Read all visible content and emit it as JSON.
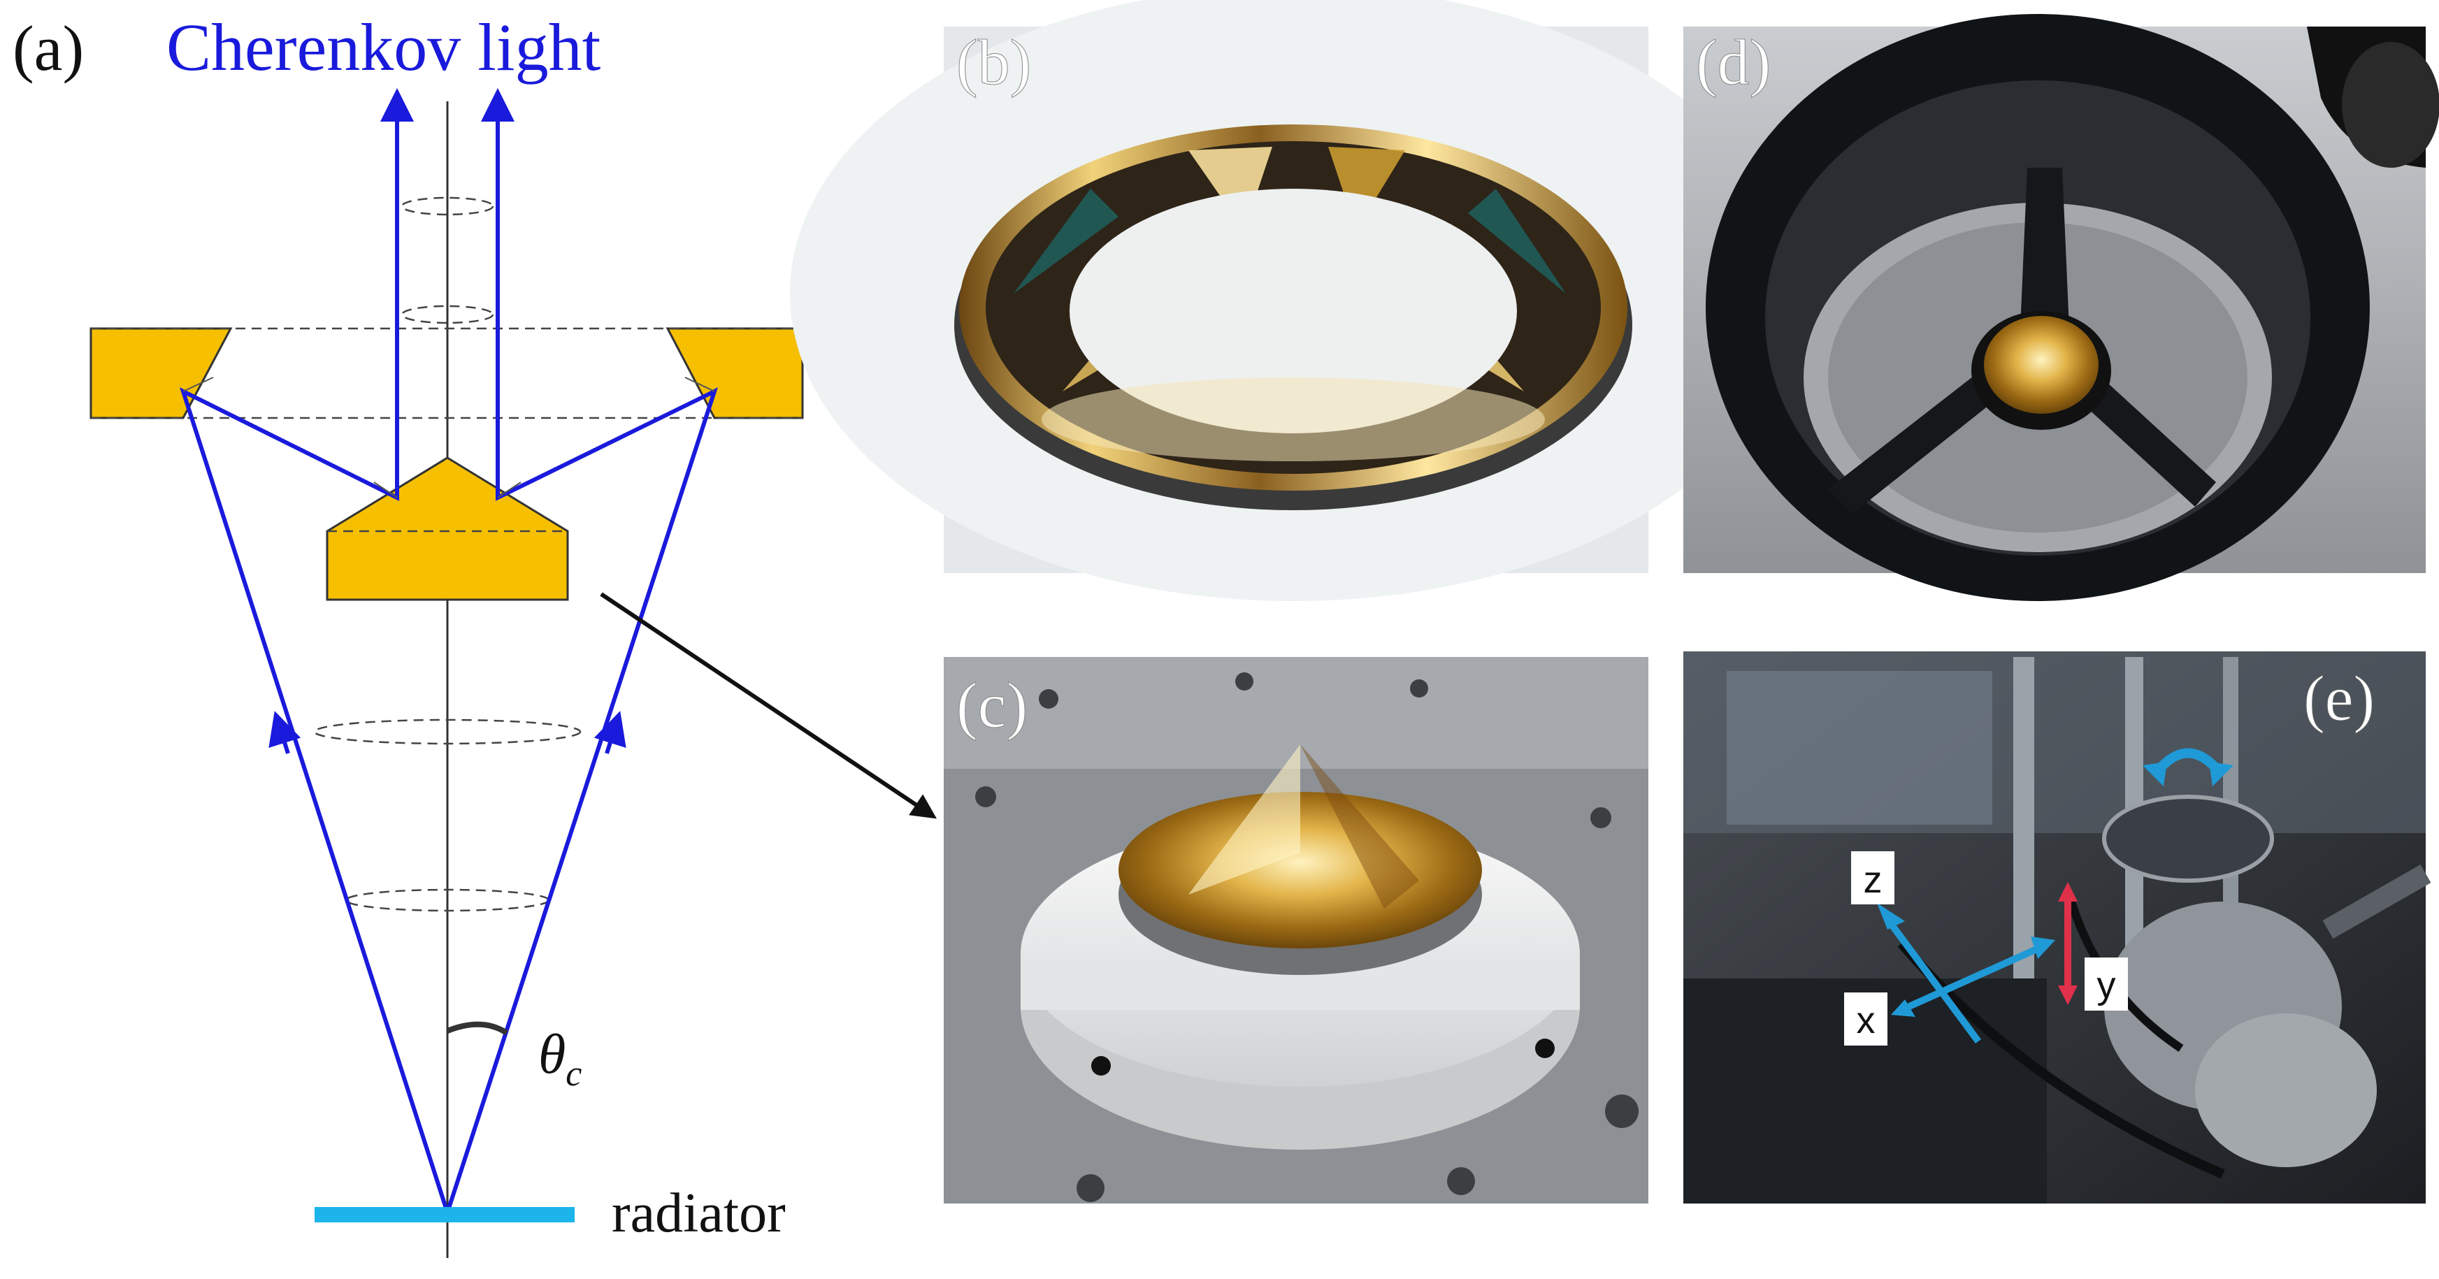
{
  "figure": {
    "panel_a": {
      "label": "(a)",
      "title": "Cherenkov light",
      "angle_symbol": "θ",
      "angle_subscript": "c",
      "radiator_label": "radiator"
    },
    "panel_b": {
      "label": "(b)"
    },
    "panel_c": {
      "label": "(c)"
    },
    "panel_d": {
      "label": "(d)"
    },
    "panel_e": {
      "label": "(e)",
      "axes": [
        "z",
        "y",
        "x"
      ]
    }
  },
  "colors": {
    "ray": "#1a1adc",
    "mirror": "#f6bf00",
    "radiator": "#1cb4ea",
    "stage_axis": "#1f9ad6",
    "y_axis": "#e0304a",
    "title_text": "#1a1adc"
  }
}
